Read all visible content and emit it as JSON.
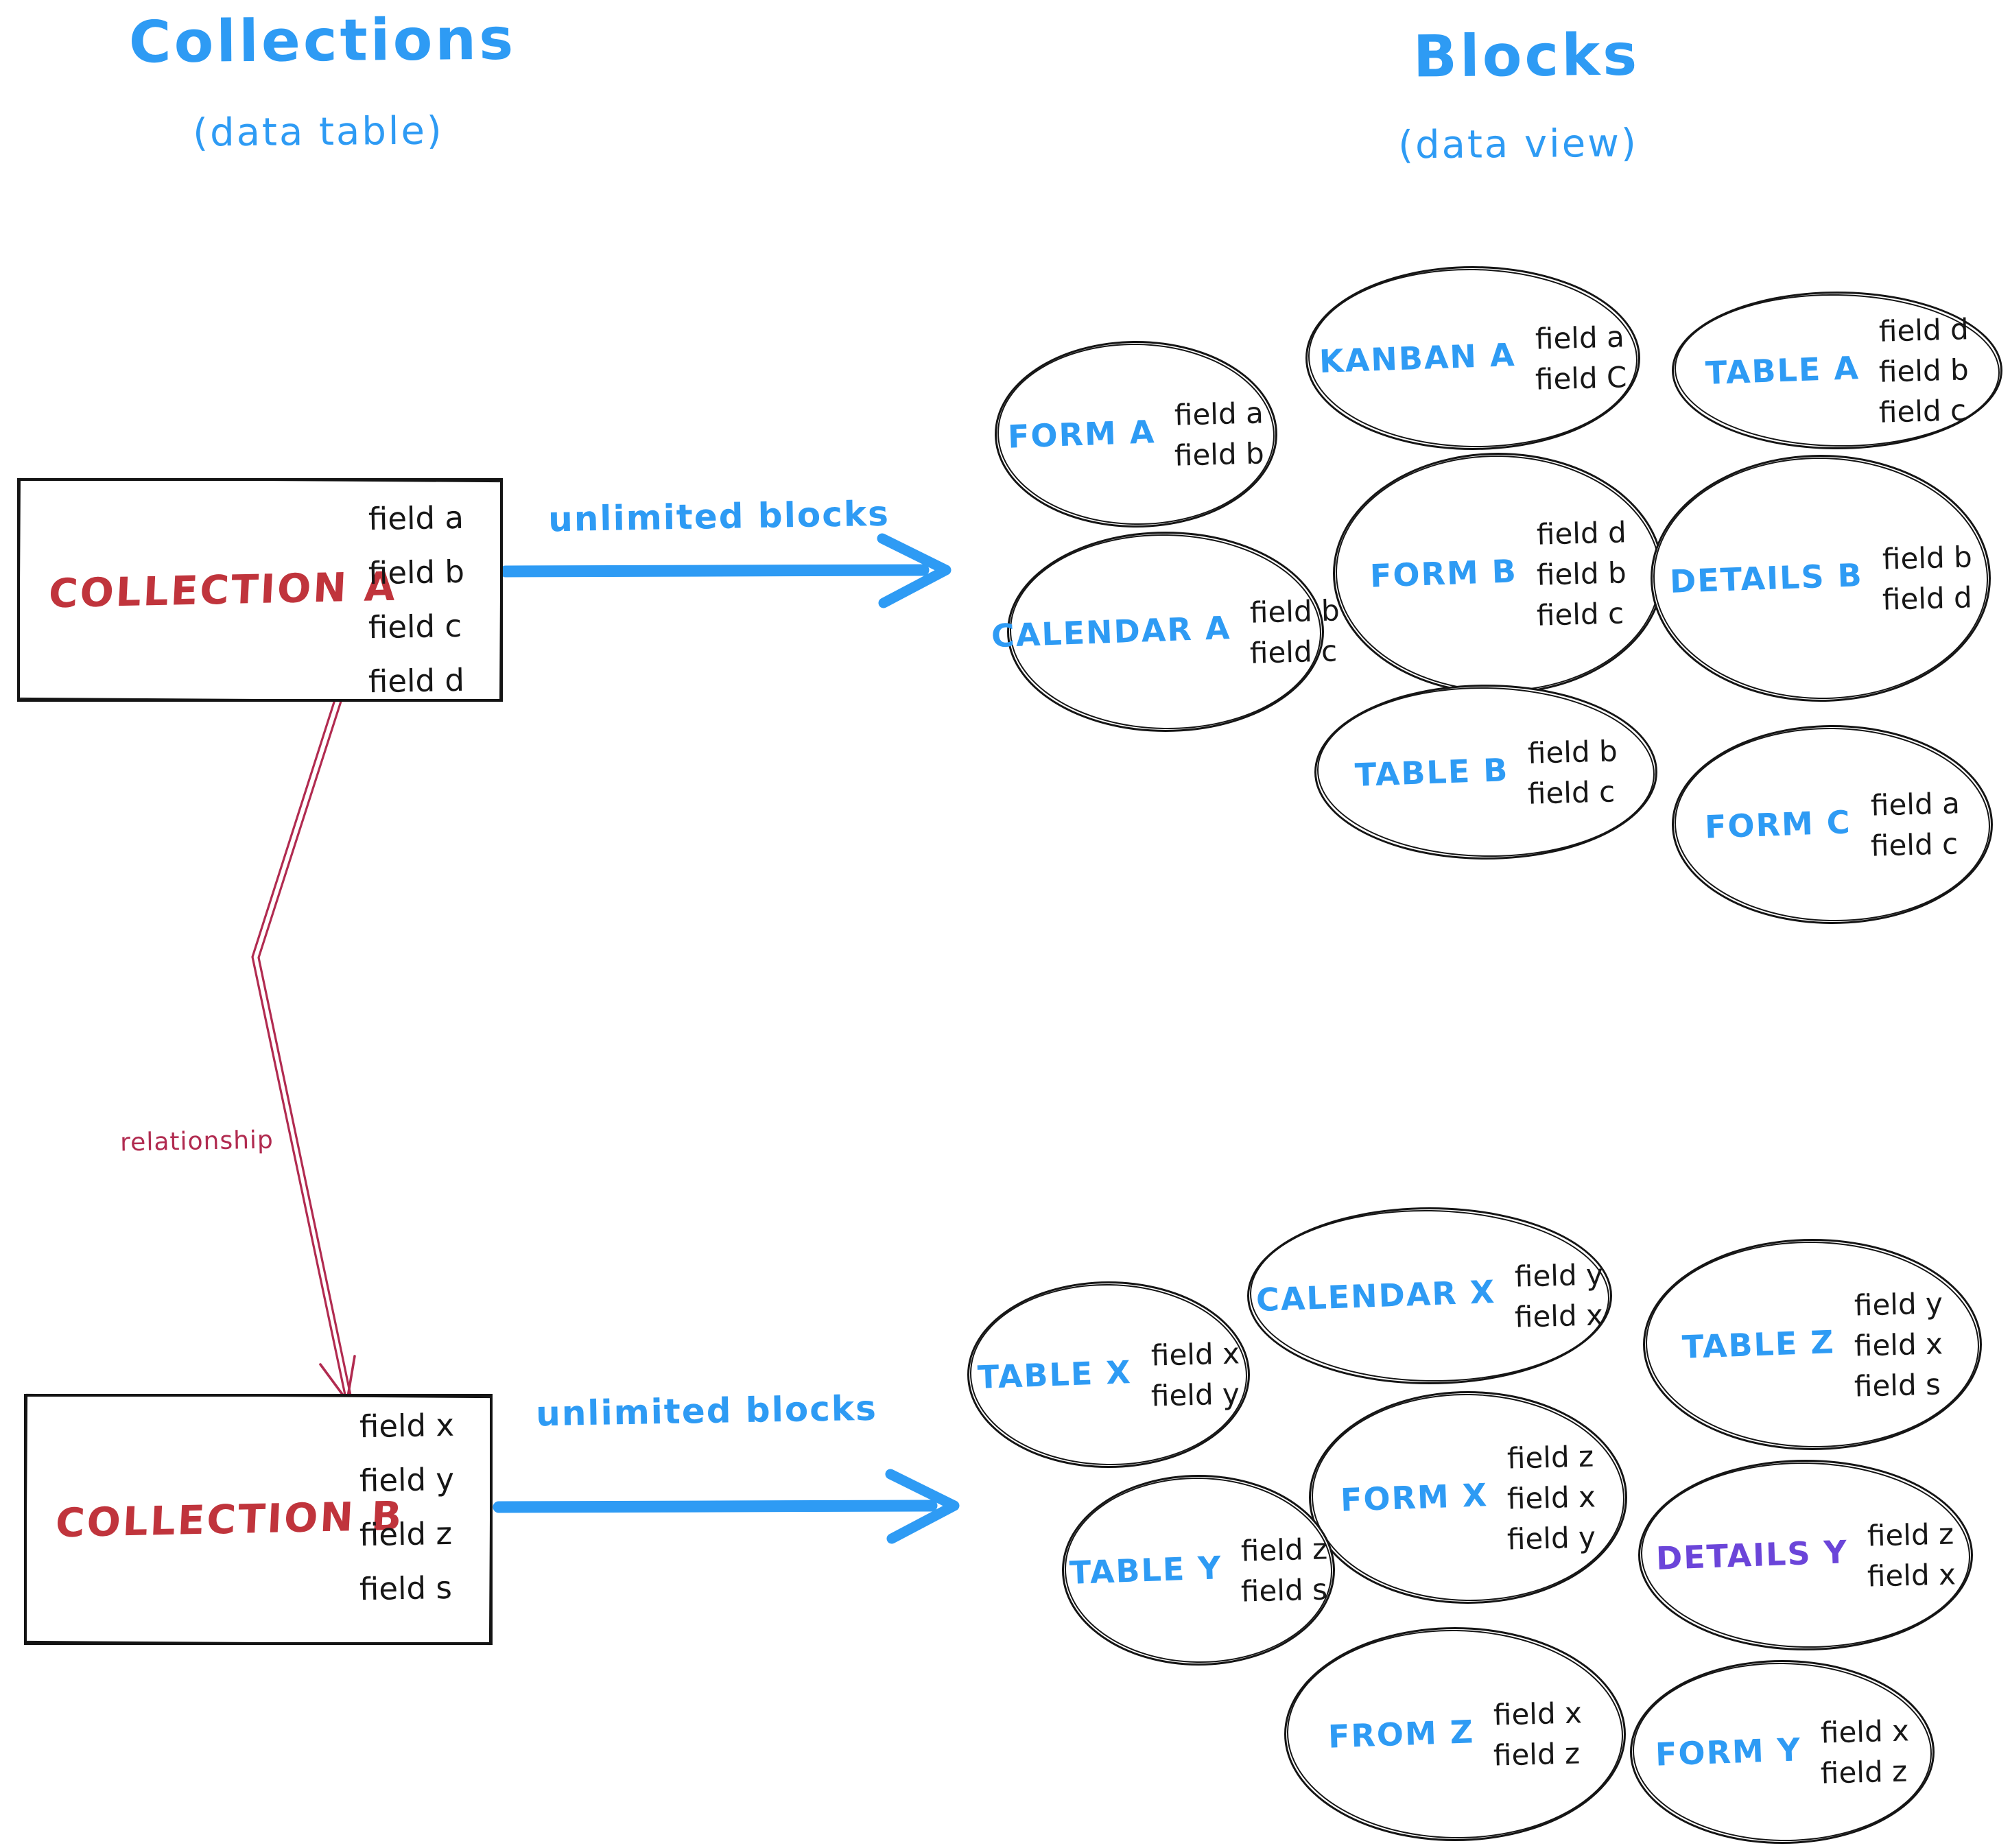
{
  "left_column": {
    "title": "Collections",
    "subtitle": "(data table)",
    "collection_a": {
      "name": "COLLECTION A",
      "fields": [
        "field a",
        "field b",
        "field c",
        "field d"
      ]
    },
    "collection_b": {
      "name": "COLLECTION B",
      "fields": [
        "field x",
        "field y",
        "field z",
        "field s"
      ]
    },
    "relationship_label": "relationship"
  },
  "right_column": {
    "title": "Blocks",
    "subtitle": "(data view)",
    "top_arrow_label": "unlimited blocks",
    "bottom_arrow_label": "unlimited blocks",
    "cluster_a": [
      {
        "label": "FORM A",
        "fields": [
          "field a",
          "field b"
        ]
      },
      {
        "label": "KANBAN A",
        "fields": [
          "field a",
          "field C"
        ]
      },
      {
        "label": "TABLE A",
        "fields": [
          "field d",
          "field b",
          "field c"
        ]
      },
      {
        "label": "FORM B",
        "fields": [
          "field d",
          "field b",
          "field c"
        ]
      },
      {
        "label": "CALENDAR A",
        "fields": [
          "field b",
          "field c"
        ]
      },
      {
        "label": "DETAILS B",
        "fields": [
          "field b",
          "field d"
        ]
      },
      {
        "label": "TABLE B",
        "fields": [
          "field b",
          "field c"
        ]
      },
      {
        "label": "FORM C",
        "fields": [
          "field a",
          "field c"
        ]
      }
    ],
    "cluster_b": [
      {
        "label": "TABLE X",
        "fields": [
          "field x",
          "field y"
        ]
      },
      {
        "label": "CALENDAR X",
        "fields": [
          "field y",
          "field x"
        ]
      },
      {
        "label": "TABLE Z",
        "fields": [
          "field y",
          "field x",
          "field s"
        ]
      },
      {
        "label": "FORM X",
        "fields": [
          "field z",
          "field x",
          "field y"
        ]
      },
      {
        "label": "TABLE Y",
        "fields": [
          "field z",
          "field s"
        ]
      },
      {
        "label": "DETAILS Y",
        "fields": [
          "field z",
          "field x"
        ]
      },
      {
        "label": "FROM Z",
        "fields": [
          "field x",
          "field z"
        ]
      },
      {
        "label": "FORM Y",
        "fields": [
          "field x",
          "field z"
        ]
      }
    ]
  },
  "colors": {
    "accent_blue": "#2e9bf4",
    "collection_red": "#c0343c",
    "relationship_crimson": "#b12b50",
    "details_purple": "#6b45d9",
    "ink": "#151515",
    "background": "#ffffff"
  }
}
